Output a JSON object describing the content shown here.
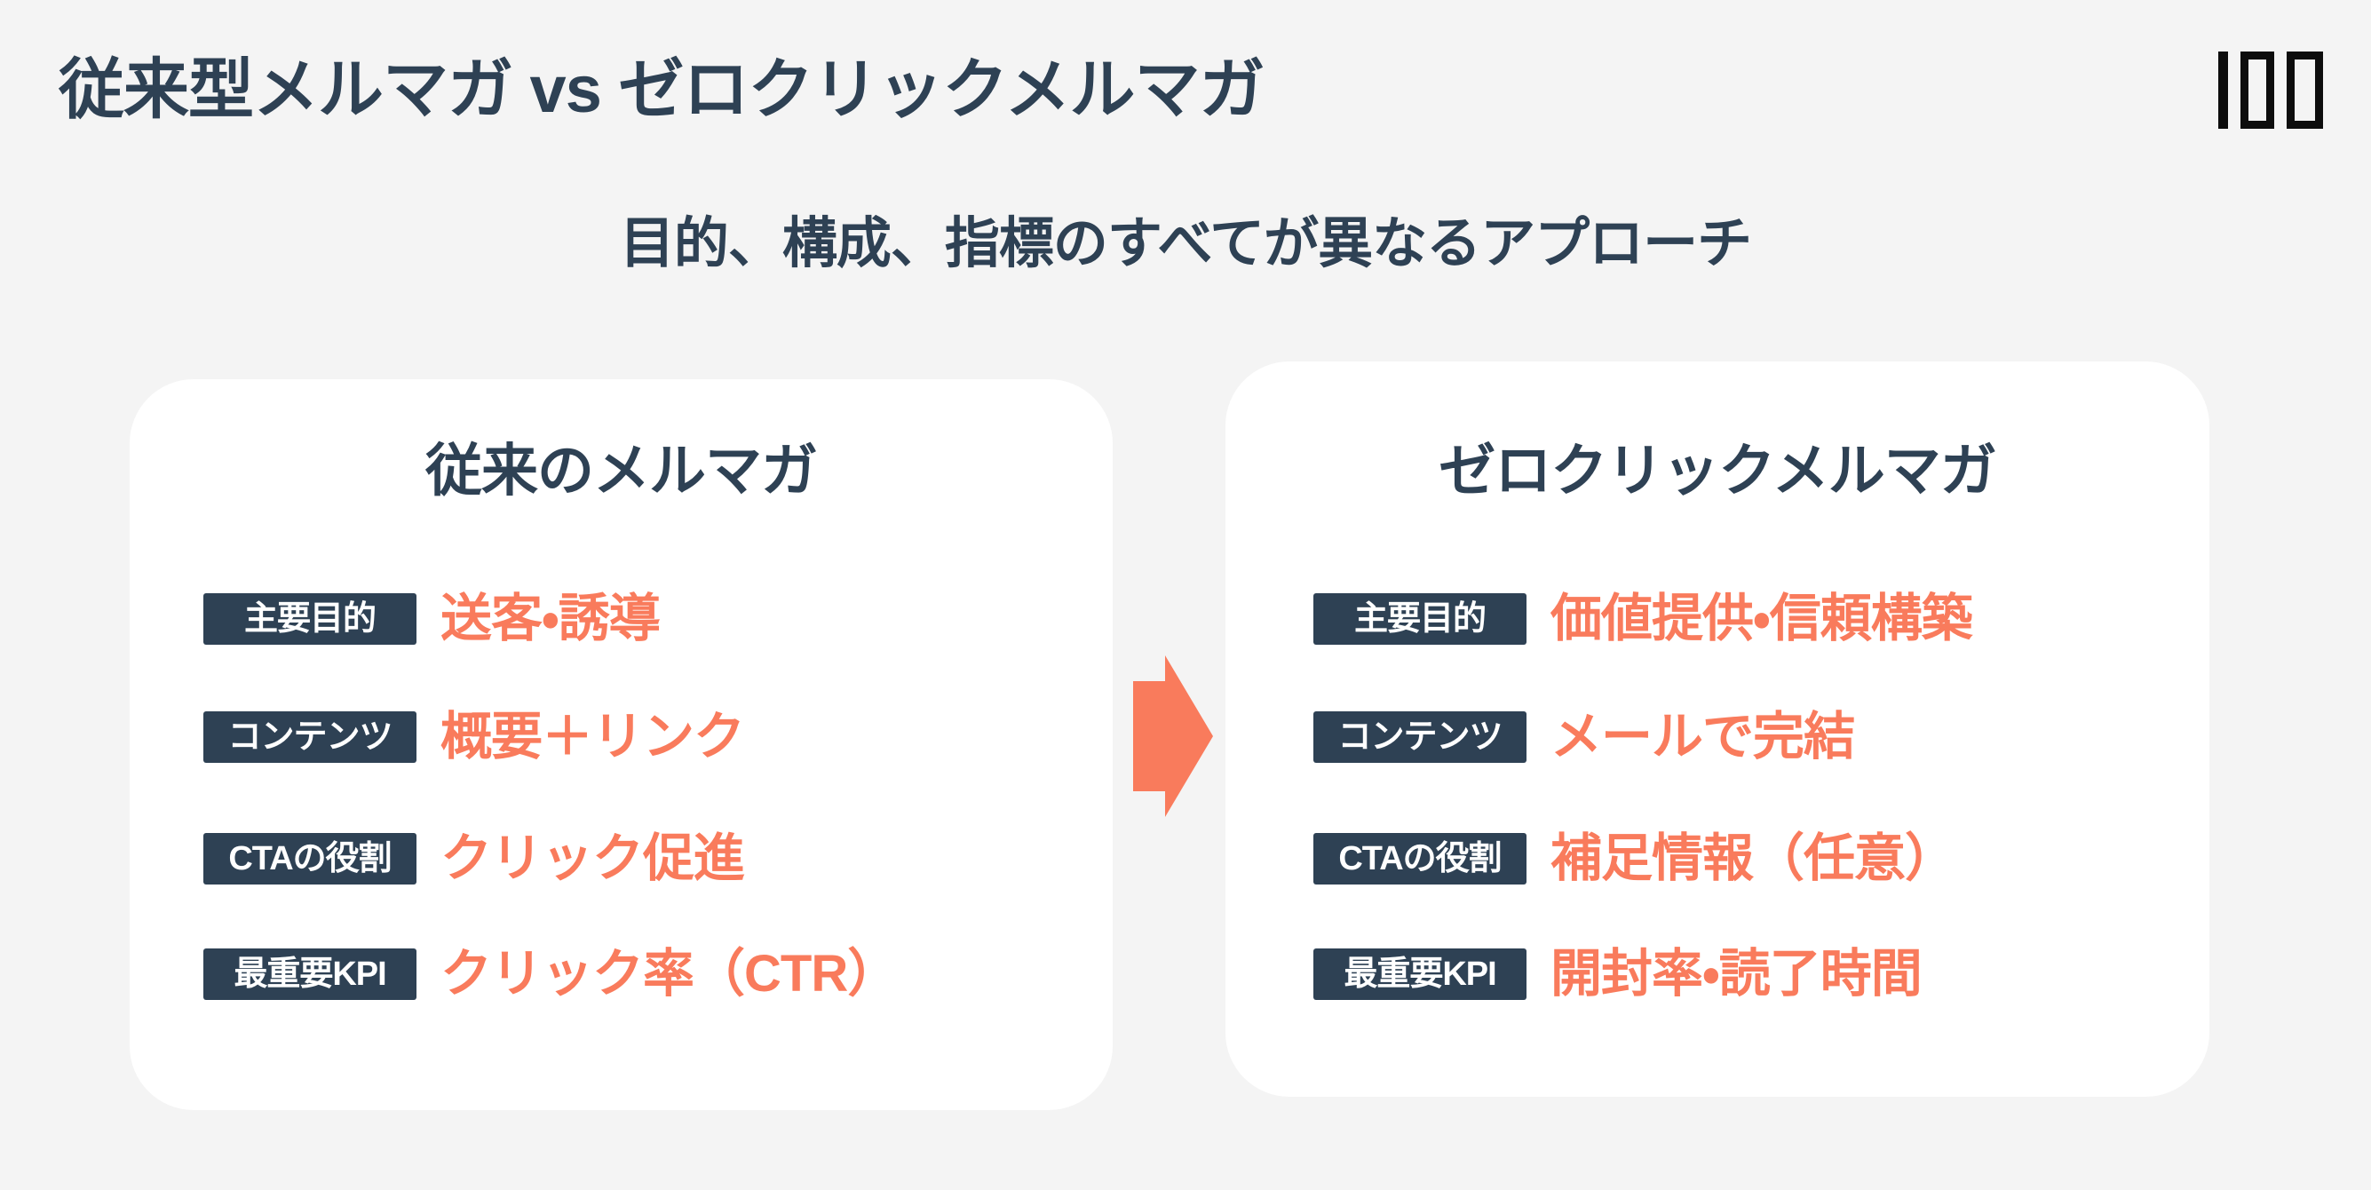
{
  "slide": {
    "title": "従来型メルマガ vs ゼロクリックメルマガ",
    "subtitle": "目的、構成、指標のすべてが異なるアプローチ",
    "logo_text": "100"
  },
  "colors": {
    "background": "#F4F4F4",
    "card_background": "#FFFFFF",
    "navy": "#2E4154",
    "orange": "#F97B5C",
    "logo_black": "#0D0D0D"
  },
  "comparison": {
    "arrow_icon": "right-arrow",
    "cards": [
      {
        "title": "従来のメルマガ",
        "rows": [
          {
            "label": "主要目的",
            "value": "送客・誘導"
          },
          {
            "label": "コンテンツ",
            "value": "概要＋リンク"
          },
          {
            "label": "CTAの役割",
            "value": "クリック促進"
          },
          {
            "label": "最重要KPI",
            "value": "クリック率（CTR）"
          }
        ]
      },
      {
        "title": "ゼロクリックメルマガ",
        "rows": [
          {
            "label": "主要目的",
            "value": "価値提供・信頼構築"
          },
          {
            "label": "コンテンツ",
            "value": "メールで完結"
          },
          {
            "label": "CTAの役割",
            "value": "補足情報（任意）"
          },
          {
            "label": "最重要KPI",
            "value": "開封率・読了時間"
          }
        ]
      }
    ]
  }
}
